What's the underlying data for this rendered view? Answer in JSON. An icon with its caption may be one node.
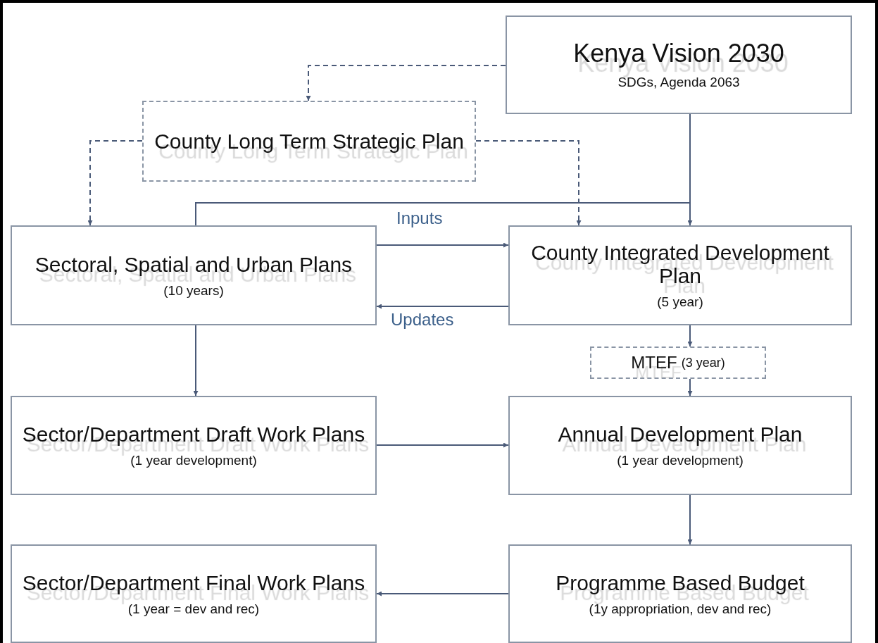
{
  "diagram": {
    "nodes": [
      {
        "text": [
          "Kenya Vision 2030",
          "SDGs, Agenda 2063"
        ]
      },
      {
        "text": [
          "County Long Term Strategic Plan"
        ]
      },
      {
        "text": [
          "Sectoral, Spatial and Urban Plans",
          "(10 years)"
        ]
      },
      {
        "text": [
          "County Integrated Development Plan",
          "(5 year)"
        ]
      },
      {
        "text": [
          "MTEF",
          "(3 year)"
        ]
      },
      {
        "text": [
          "Sector/Department Draft Work Plans",
          "(1 year development)"
        ]
      },
      {
        "text": [
          "Annual Development Plan",
          "(1 year development)"
        ]
      },
      {
        "text": [
          "Sector/Department Final Work Plans",
          "(1 year = dev and rec)"
        ]
      },
      {
        "text": [
          "Programme Based Budget",
          "(1y appropriation, dev and rec)"
        ]
      }
    ],
    "edges": [
      {
        "from": 0,
        "to": 1,
        "arrow": "to",
        "style": "dashed"
      },
      {
        "from": 1,
        "to": 2,
        "arrow": "to",
        "style": "dashed"
      },
      {
        "from": 1,
        "to": 3,
        "arrow": "to",
        "style": "dashed"
      },
      {
        "from": 0,
        "to": 3,
        "arrow": "to"
      },
      {
        "from": 0,
        "to": 2,
        "arrow": "none"
      },
      {
        "from": 2,
        "to": 3,
        "arrow": "to",
        "label": "Inputs"
      },
      {
        "from": 3,
        "to": 2,
        "arrow": "to",
        "label": "Updates"
      },
      {
        "from": 2,
        "to": 5,
        "arrow": "to"
      },
      {
        "from": 3,
        "to": 4,
        "arrow": "to"
      },
      {
        "from": 4,
        "to": 6,
        "arrow": "to"
      },
      {
        "from": 5,
        "to": 6,
        "arrow": "to"
      },
      {
        "from": 6,
        "to": 8,
        "arrow": "to"
      },
      {
        "from": 8,
        "to": 7,
        "arrow": "to"
      }
    ]
  }
}
